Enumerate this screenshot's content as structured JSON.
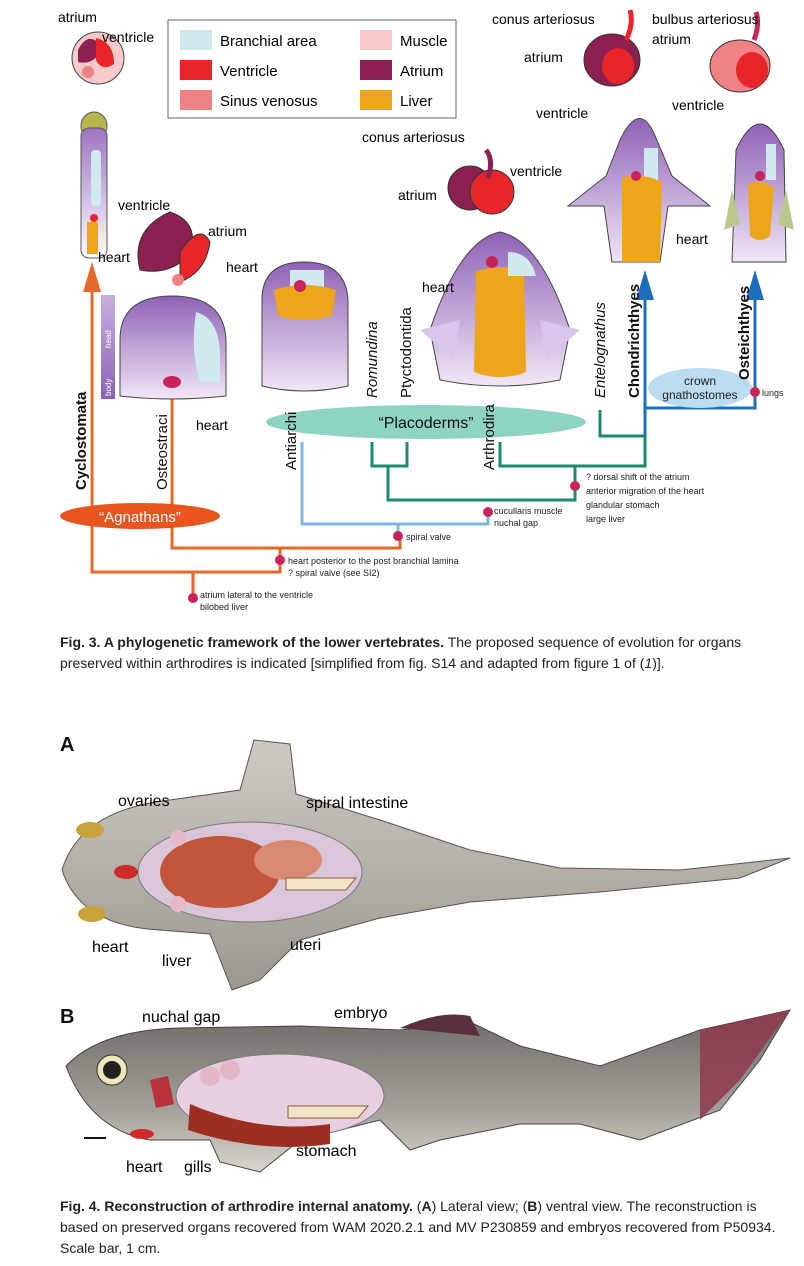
{
  "fig3": {
    "legend": [
      {
        "label": "Branchial area",
        "color": "#cfe9ee"
      },
      {
        "label": "Ventricle",
        "color": "#e8262a"
      },
      {
        "label": "Sinus venosus",
        "color": "#ee8284"
      },
      {
        "label": "Muscle",
        "color": "#f6c9cb"
      },
      {
        "label": "Atrium",
        "color": "#8c2050"
      },
      {
        "label": "Liver",
        "color": "#eda51c"
      }
    ],
    "taxa": {
      "cyclostomata": "Cyclostomata",
      "osteostraci": "Osteostraci",
      "antiarchi": "Antiarchi",
      "romundina": "Romundina",
      "ptyctodontida": "Ptyctodontida",
      "arthrodira": "Arthrodira",
      "entelognathus": "Entelognathus",
      "chondrichthyes": "Chondrichthyes",
      "osteichthyes": "Osteichthyes"
    },
    "groups": {
      "agnathans": "“Agnathans”",
      "placoderms": "“Placoderms”",
      "crown_line1": "crown",
      "crown_line2": "gnathostomes"
    },
    "labels": {
      "atrium": "atrium",
      "ventricle": "ventricle",
      "heart": "heart",
      "conus": "conus arteriosus",
      "bulbus": "bulbus arteriosus",
      "head": "head",
      "body": "body"
    },
    "characters": {
      "lungs": "lungs",
      "c1_l1": "atrium lateral to the ventricle",
      "c1_l2": "bilobed liver",
      "c2_l1": "heart posterior to the post branchial lamina",
      "c2_l2": "? spiral valve (see SI2)",
      "c3": "spiral valve",
      "c4_l1": "cucullaris muscle",
      "c4_l2": "nuchal gap",
      "c5_l1": "? dorsal shift of the atrium",
      "c5_l2": "anterior migration of the heart",
      "c5_l3": "glandular stomach",
      "c5_l4": "large liver"
    },
    "caption_title": "Fig. 3. A phylogenetic framework of the lower vertebrates.",
    "caption_body": " The proposed sequence of evolution for organs preserved within arthrodires is indicated [simplified from fig. S14 and adapted from figure 1 of (",
    "caption_ref": "1",
    "caption_end": ")]."
  },
  "fig4": {
    "panel_a": "A",
    "panel_b": "B",
    "a_labels": {
      "ovaries": "ovaries",
      "spiral_intestine": "spiral intestine",
      "heart": "heart",
      "liver": "liver",
      "uteri": "uteri"
    },
    "b_labels": {
      "nuchal_gap": "nuchal gap",
      "embryo": "embryo",
      "heart": "heart",
      "gills": "gills",
      "stomach": "stomach"
    },
    "caption_title": "Fig. 4. Reconstruction of arthrodire internal anatomy.",
    "caption_p1": " (",
    "caption_a": "A",
    "caption_p2": ") Lateral view; (",
    "caption_b": "B",
    "caption_p3": ") ventral view. The reconstruction is based on preserved organs recovered from WAM 2020.2.1 and MV P230859 and embryos recovered from P50934. Scale bar, 1 cm."
  },
  "colors": {
    "agnathan_line": "#e8672a",
    "antiarch_line": "#7fb6de",
    "placoderm_line": "#1e8a6c",
    "crown_line": "#1d6fbd",
    "node": "#c9245a",
    "placoderm_ellipse": "#8fd3c3",
    "crown_ellipse": "#bcdcef",
    "agnathan_ellipse": "#e8551e"
  }
}
